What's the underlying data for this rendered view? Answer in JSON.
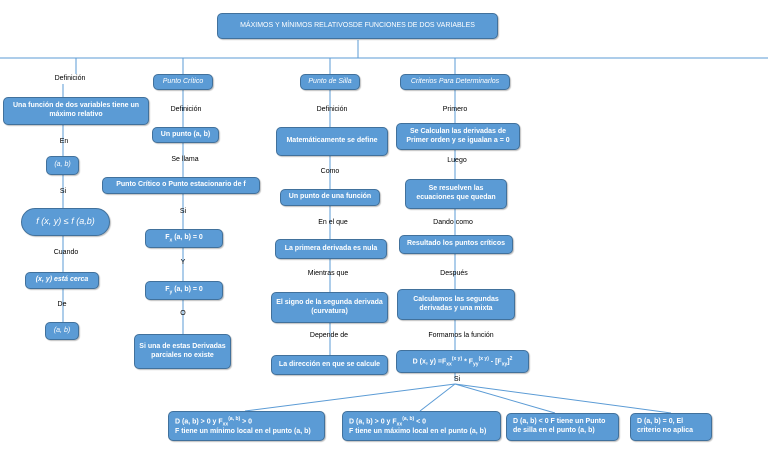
{
  "title": "MÁXIMOS Y MÍNIMOS RELATIVOSDE FUNCIONES DE DOS VARIABLES",
  "col1": {
    "l_definicion": "Definición",
    "b_definicion": "Una función de dos variables tiene un máximo relativo",
    "l_en": "En",
    "b_ab": "(a, b)",
    "l_si": "Si",
    "b_ineq": "f (x, y) ≤ f (a,b)",
    "l_cuando": "Cuando",
    "b_cerca": "(x, y) está cerca",
    "l_de": "De",
    "b_ab2": "(a, b)"
  },
  "col2": {
    "header": "Punto Crítico",
    "l_definicion": "Definición",
    "b_punto": "Un punto (a, b)",
    "l_sellama": "Se llama",
    "b_critico": "Punto Crítico o Punto estacionario de f",
    "l_si": "Si",
    "b_fx_pre": "F",
    "b_fx_sub": "x",
    "b_fx_post": "(a, b) = 0",
    "l_y": "Y",
    "b_fy_pre": "F",
    "b_fy_sub": "y",
    "b_fy_post": "(a, b) = 0",
    "l_o": "O",
    "b_parciales": "Si una de estas Derivadas parciales no existe"
  },
  "col3": {
    "header": "Punto de Silla",
    "l_definicion": "Definición",
    "b_mat": "Matemáticamente se define",
    "l_como": "Como",
    "b_punto": "Un punto de una función",
    "l_enelque": "En el que",
    "b_primera": "La primera derivada es nula",
    "l_mientras": "Mientras que",
    "b_signo": "El signo de la segunda derivada (curvatura)",
    "l_depende": "Depende de",
    "b_direccion": "La dirección en que se calcule"
  },
  "col4": {
    "header": "Criterios Para Determinarlos",
    "l_primero": "Primero",
    "b_calcular": "Se Calculan las derivadas de Primer orden y se igualan a = 0",
    "l_luego": "Luego",
    "b_resuelven": "Se resuelven las ecuaciones que quedan",
    "l_dando": "Dando como",
    "b_resultado": "Resultado los puntos críticos",
    "l_despues": "Después",
    "b_segundas": "Calculamos las segundas derivadas y una mixta",
    "l_formamos": "Formamos la función",
    "b_D_pre": "D (x, y) =F",
    "b_D_s1": "xx",
    "b_D_p1": "(x y)",
    "b_D_mid": " * F",
    "b_D_s2": "yy",
    "b_D_p2": "(x y)",
    "b_D_mid2": " - [F",
    "b_D_s3": "xy",
    "b_D_end": "]",
    "b_D_p3": "2",
    "l_si": "Si"
  },
  "bottom": {
    "r1_a": "D (a, b) > 0 y  F",
    "r1_s": "xx",
    "r1_p": "(a, b)",
    "r1_b": " > 0",
    "r1_c": "F tiene un mínimo local en el punto (a, b)",
    "r2_a": "D (a, b) > 0 y  F",
    "r2_s": "xx",
    "r2_p": "(a, b)",
    "r2_b": " < 0",
    "r2_c": "F tiene un máximo local en el punto (a, b)",
    "r3": "D (a, b) < 0 F tiene un Punto de silla en el punto (a, b)",
    "r4": "D (a, b) = 0, El criterio no aplica"
  }
}
